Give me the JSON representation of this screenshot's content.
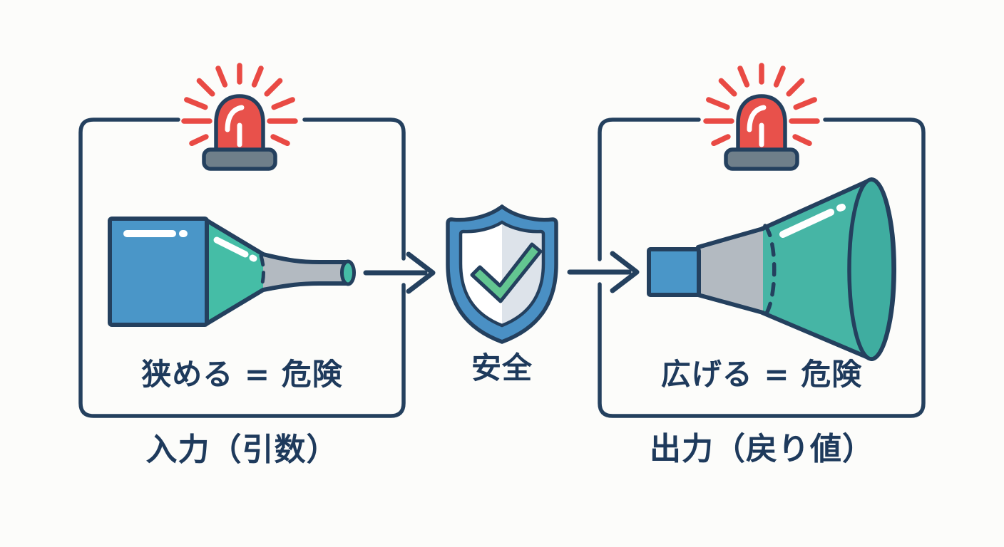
{
  "diagram": {
    "title_semantic": "variance-safety-diagram",
    "background_color": "#fcfcfa",
    "outline_color": "#24405e",
    "text_color": "#1e3a5c",
    "left_panel": {
      "icon": "siren-icon",
      "funnel": "narrowing-funnel-icon",
      "inner_label": "狭める = 危険",
      "bottom_label": "入力（引数）"
    },
    "center": {
      "icon": "shield-check-icon",
      "label": "安全"
    },
    "right_panel": {
      "icon": "siren-icon",
      "funnel": "widening-funnel-icon",
      "inner_label": "広げる = 危険",
      "bottom_label": "出力（戻り値）"
    },
    "colors": {
      "funnel_blue": "#4a96c8",
      "funnel_teal": "#45bda6",
      "funnel_gray": "#b3bac1",
      "siren_red": "#e8514b",
      "siren_ray_red": "#e94a44",
      "siren_base_gray": "#6f7f8a",
      "shield_blue": "#4a90c4",
      "shield_inner_shade": "#dde3ea",
      "check_green": "#63c691"
    }
  }
}
